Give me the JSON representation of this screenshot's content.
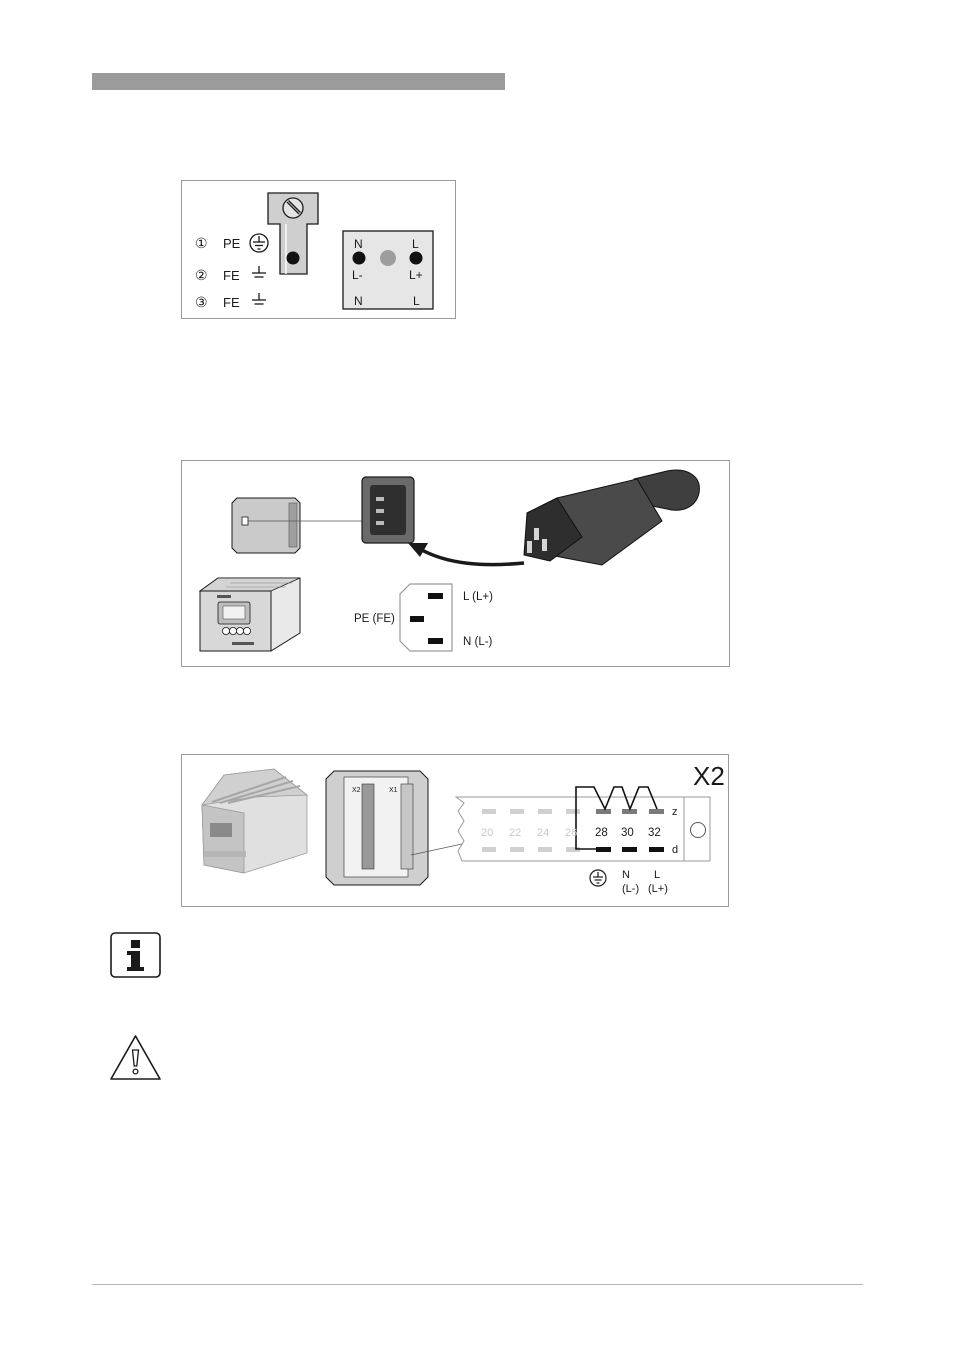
{
  "figure1": {
    "rows": [
      {
        "num": "①",
        "label": "PE"
      },
      {
        "num": "②",
        "label": "FE"
      },
      {
        "num": "③",
        "label": "FE"
      }
    ],
    "socket": {
      "top_left": "N",
      "top_right": "L",
      "mid_left": "L-",
      "mid_right": "L+",
      "bottom_left": "N",
      "bottom_right": "L"
    }
  },
  "figure2": {
    "pin_top": "L (L+)",
    "pin_middle": "PE (FE)",
    "pin_bottom": "N (L-)"
  },
  "figure3": {
    "connector_title": "X2",
    "slot_x2": "X2",
    "slot_x1": "X1",
    "faded_numbers": [
      "20",
      "22",
      "24",
      "26"
    ],
    "terminal_numbers": [
      "28",
      "30",
      "32"
    ],
    "row_z": "z",
    "row_d": "d",
    "label_n": "N",
    "label_n_sub": "(L-)",
    "label_l": "L",
    "label_l_sub": "(L+)"
  },
  "icons": [
    "info-icon",
    "warning-icon",
    "earth-ground-icon",
    "functional-earth-icon",
    "screw-icon"
  ],
  "colors": {
    "header_bar": "#9b9b9b",
    "frame": "#9a9a9a",
    "connector_dark": "#3f3f3f",
    "panel_gray": "#c8c8c8"
  }
}
